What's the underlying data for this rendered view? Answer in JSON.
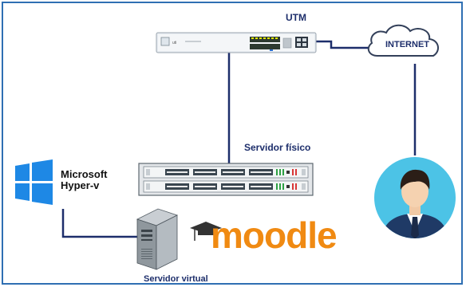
{
  "diagram": {
    "nodes": {
      "utm": {
        "label": "UTM",
        "icon": "network-switch-icon"
      },
      "internet": {
        "label": "INTERNET",
        "icon": "cloud-icon"
      },
      "servidor_fisico": {
        "label": "Servidor físico",
        "icon": "rack-server-icon"
      },
      "servidor_virtual": {
        "label": "Servidor virtual",
        "icon": "tower-server-icon"
      },
      "hyperv": {
        "line1": "Microsoft",
        "line2": "Hyper-v",
        "icon": "windows-logo-icon"
      },
      "moodle": {
        "label": "moodle",
        "icon": "graduation-cap-icon"
      },
      "user": {
        "icon": "user-avatar-icon"
      }
    },
    "colors": {
      "frame": "#2f6fb3",
      "connector": "#1d2e6b",
      "label": "#1d2e6b",
      "windows": "#1e88e5",
      "moodle": "#f08a12",
      "avatar_bg": "#4cc3e6"
    }
  }
}
